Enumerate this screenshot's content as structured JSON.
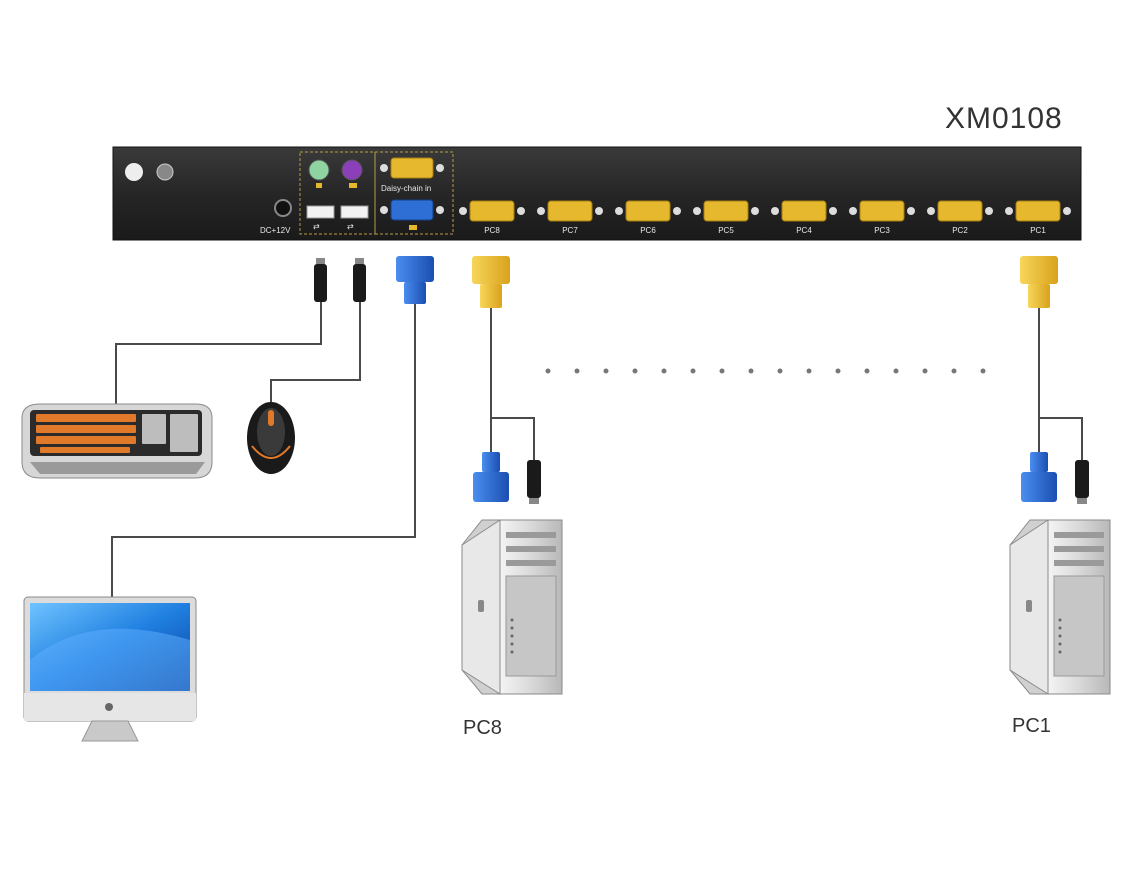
{
  "model": "XM0108",
  "device": {
    "power_label": "DC+12V",
    "daisy_chain_label": "Daisy-chain in",
    "ports": [
      "PC8",
      "PC7",
      "PC6",
      "PC5",
      "PC4",
      "PC3",
      "PC2",
      "PC1"
    ]
  },
  "computers": [
    {
      "label": "PC8"
    },
    {
      "label": "PC1"
    }
  ],
  "peripherals": [
    "keyboard-icon",
    "mouse-icon",
    "monitor-icon"
  ],
  "colors": {
    "panel": "#2b2b2b",
    "vga_port": "#e6b82e",
    "vga_blue": "#2e6fd6",
    "ps2_green": "#8fd3a3",
    "ps2_purple": "#8b3fb8",
    "cable": "#4a4a4a"
  }
}
